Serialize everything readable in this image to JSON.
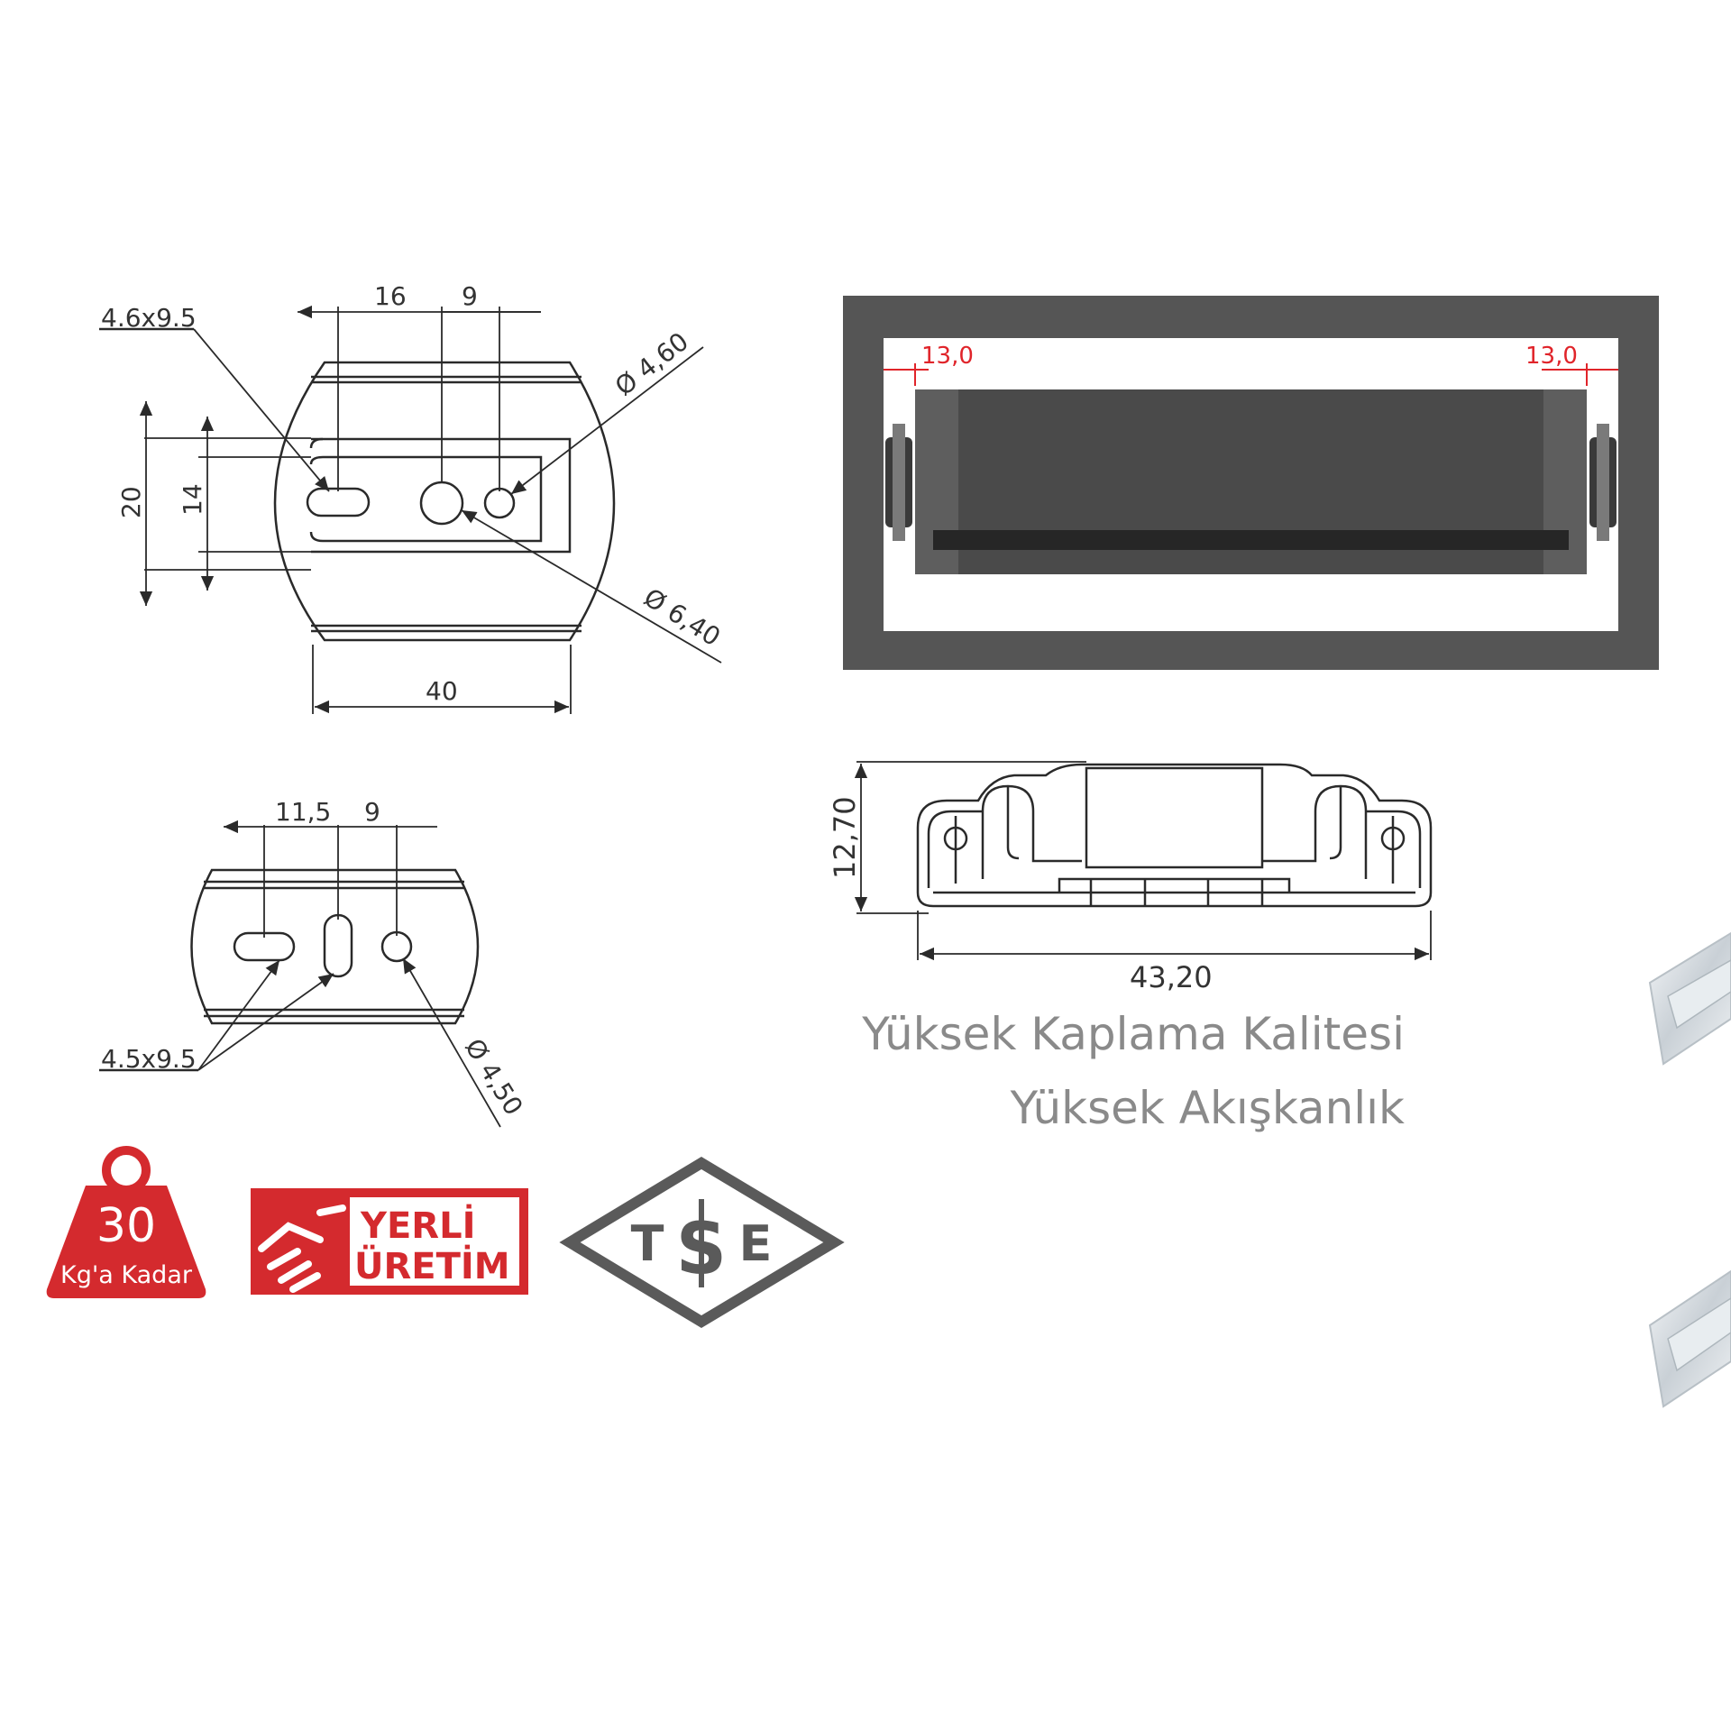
{
  "top_bracket": {
    "dims": {
      "d16": "16",
      "d9": "9",
      "d20": "20",
      "d14": "14",
      "d40": "40"
    },
    "callouts": {
      "slot": "4.6x9.5",
      "hole_small": "Ø 4,60",
      "hole_large": "Ø 6,40"
    }
  },
  "bottom_bracket": {
    "dims": {
      "d11_5": "11,5",
      "d9": "9"
    },
    "callouts": {
      "slots": "4.5x9.5",
      "hole": "Ø 4,50"
    }
  },
  "drawer_view": {
    "clearance_left": "13,0",
    "clearance_right": "13,0"
  },
  "rail_profile": {
    "height": "12,70",
    "width": "43,20"
  },
  "captions": {
    "line1": "Yüksek Kaplama Kalitesi",
    "line2": "Yüksek Akışkanlık"
  },
  "badges": {
    "weight_value": "30",
    "weight_unit": "Kg'a Kadar",
    "local_line1": "YERLİ",
    "local_line2": "ÜRETİM",
    "tse": {
      "t": "T",
      "s": "S",
      "e": "E"
    }
  },
  "colors": {
    "badge_red": "#d42a2e",
    "frame_gray": "#555555",
    "dim_red": "#e0242a",
    "line": "#2a2a2a"
  }
}
